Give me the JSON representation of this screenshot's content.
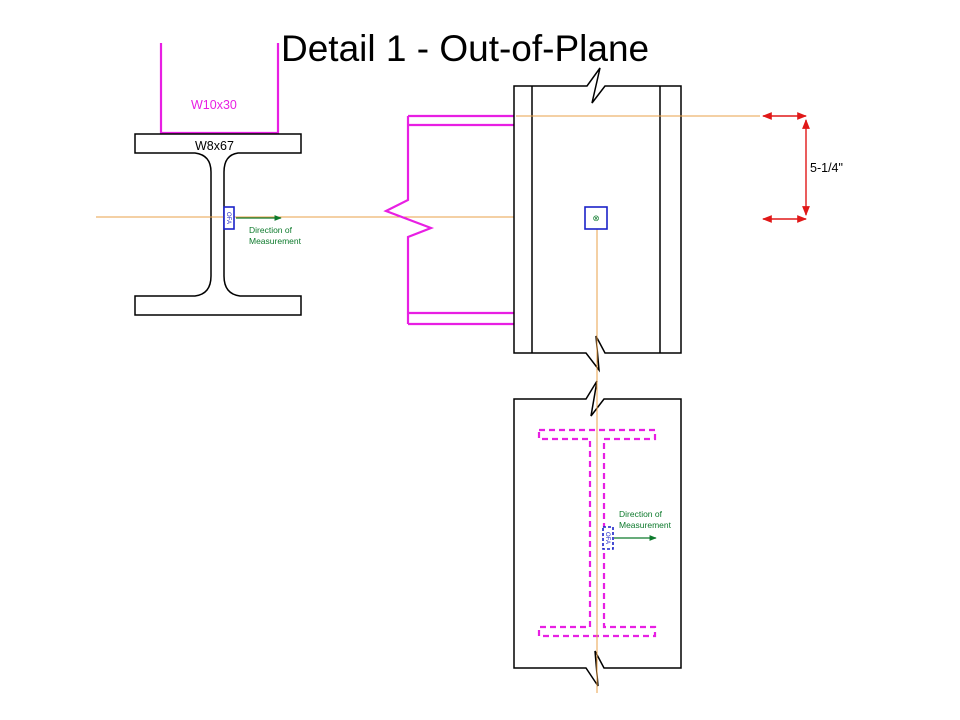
{
  "title": "Detail 1 - Out-of-Plane",
  "labels": {
    "beam": "W10x30",
    "column": "W8x67",
    "dimension": "5-1/4\""
  },
  "direction_note": {
    "line1": "Direction of",
    "line2": "Measurement"
  },
  "gauge": {
    "label": "OFA",
    "target_symbol": "⊗"
  },
  "colors": {
    "outline": "#000000",
    "beam_magenta": "#e81fe3",
    "reference_line": "#e8a04a",
    "dimension_red": "#e01818",
    "gauge_blue": "#1b22c8",
    "arrow_green": "#0d7a2c"
  },
  "icons": {
    "break_symbol": "zigzag-break-icon",
    "dimension_arrow": "arrow-left-right-icon",
    "direction_arrow": "arrow-right-icon",
    "target": "crosshair-target-icon"
  }
}
